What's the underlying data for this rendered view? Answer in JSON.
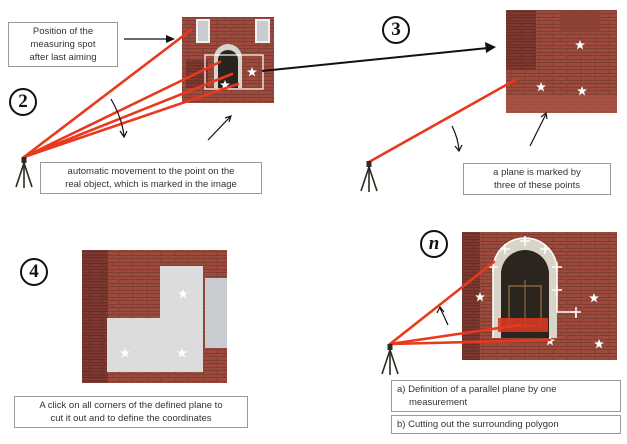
{
  "step_numbers": {
    "step2": "2",
    "step3": "3",
    "step4": "4",
    "stepN": "n"
  },
  "labels": {
    "measuring_spot": [
      "Position of the",
      "measuring spot",
      "after last aiming"
    ],
    "automatic_movement": [
      "automatic movement to the point on the",
      "real object, which is marked in the image"
    ],
    "plane_marked": [
      "a plane is marked by",
      "three of these points"
    ],
    "click_corners": [
      "A click on all corners of the defined plane to",
      "cut it out and to define the coordinates"
    ],
    "parallel_plane": {
      "item_a": [
        "a) Definition of a parallel plane by one",
        "measurement"
      ],
      "item_b": [
        "b) Cutting out the surrounding polygon"
      ]
    }
  },
  "colors": {
    "aim_line": "#e8391e",
    "brick": "#9c4a3c",
    "brick_dark": "#6e2f26",
    "window": "#eef0f2",
    "cutout": "#dcdcdc",
    "marker": "#ffffff",
    "tripod": "#2e2a22"
  },
  "icons": {
    "instrument": "total-station-tripod-icon",
    "marker": "star-marker-icon",
    "polygon_vertex": "cross-marker-icon"
  }
}
